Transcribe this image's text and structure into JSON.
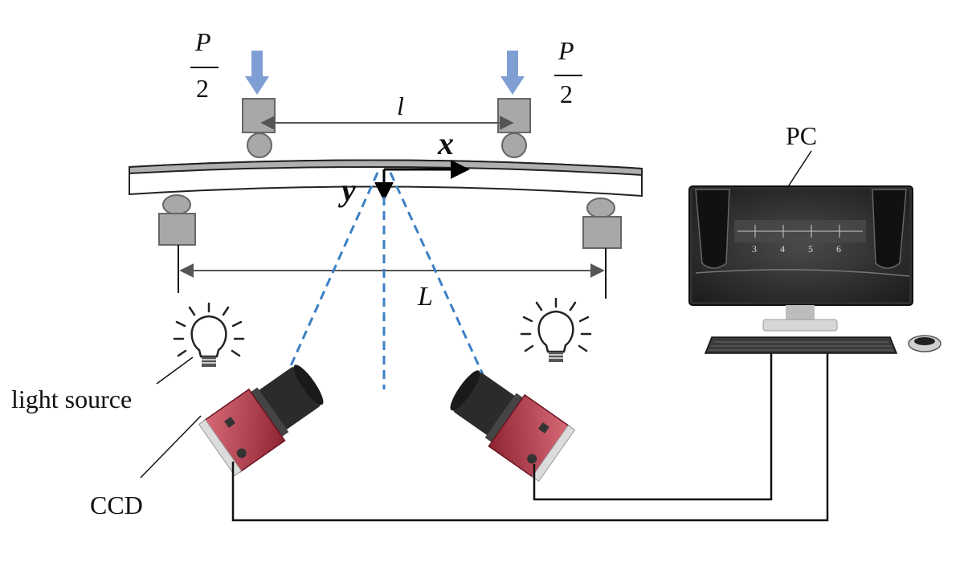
{
  "labels": {
    "load_left_numerator": "P",
    "load_left_denominator": "2",
    "load_right_numerator": "P",
    "load_right_denominator": "2",
    "inner_span": "l",
    "outer_span": "L",
    "x_axis": "x",
    "y_axis": "y",
    "pc": "PC",
    "light_source": "light source",
    "ccd": "CCD"
  },
  "monitor_ruler_ticks": [
    "3",
    "4",
    "5",
    "6"
  ],
  "colors": {
    "load_arrow": "#7f9fd4",
    "support_block": "#a8a8a8",
    "beam_top": "#b0b0b0",
    "sight_line": "#3b7fc4",
    "camera_body": "#b8404e",
    "camera_lens": "#2b2b2b",
    "monitor_screen": "#2a2a2a"
  }
}
